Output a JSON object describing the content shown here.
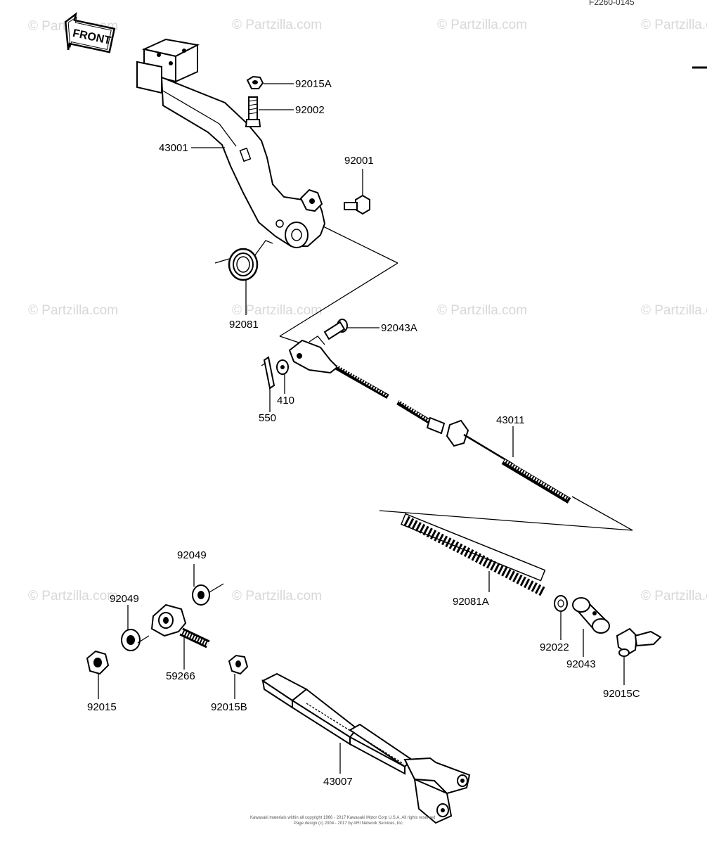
{
  "figure_code": "F2260-0145",
  "front_label": "FRONT",
  "watermarks": [
    "© Partzilla.com",
    "© Partzilla.com",
    "© Partzilla.com",
    "© Partzilla.com",
    "© Partzilla.com",
    "© Partzilla.com",
    "© Partzilla.com",
    "© Partzilla.com",
    "© Partzilla.com",
    "© Partzilla.com",
    "© Partzilla.com"
  ],
  "parts": {
    "p92015A": "92015A",
    "p92002": "92002",
    "p43001": "43001",
    "p92001": "92001",
    "p92081": "92081",
    "p92043A": "92043A",
    "p550": "550",
    "p410": "410",
    "p43011": "43011",
    "p92081A": "92081A",
    "p92022": "92022",
    "p92043": "92043",
    "p92015C": "92015C",
    "p92049a": "92049",
    "p92049b": "92049",
    "p59266": "59266",
    "p92015": "92015",
    "p92015B": "92015B",
    "p43007": "43007"
  },
  "footer": {
    "line1": "Kawasaki materials within all copyright 1966 - 2017  Kawasaki Motor Corp U.S.A.   All rights reserved",
    "line2": "Page design (c) 2004 - 2017 by ARI Network Services, Inc."
  }
}
